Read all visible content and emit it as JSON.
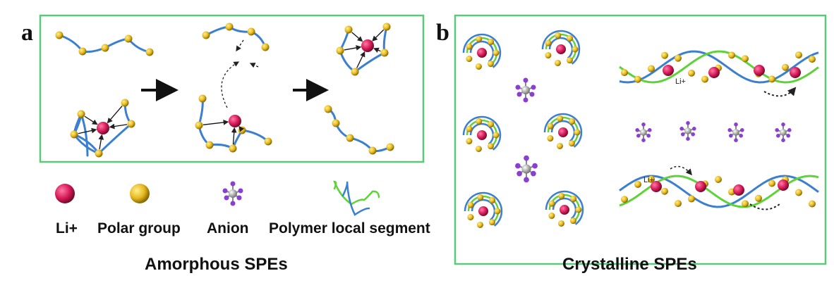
{
  "panels": {
    "a": {
      "letter": "a",
      "caption": "Amorphous SPEs"
    },
    "b": {
      "letter": "b",
      "caption": "Crystalline SPEs",
      "li_labels": [
        "Li+",
        "Li+"
      ]
    }
  },
  "legend": [
    {
      "label": "Li+",
      "icon": "lithium-ion-icon"
    },
    {
      "label": "Polar group",
      "icon": "polar-group-icon"
    },
    {
      "label": "Anion",
      "icon": "anion-icon"
    },
    {
      "label": "Polymer local segment",
      "icon": "polymer-segment-icon"
    }
  ],
  "colors": {
    "frame": "#5cc97a",
    "lithium": "#d81b5a",
    "polar": "#e6b820",
    "anion": "#8a3fd0",
    "chain_blue": "#3b7fd0",
    "chain_green": "#5fd23a"
  }
}
